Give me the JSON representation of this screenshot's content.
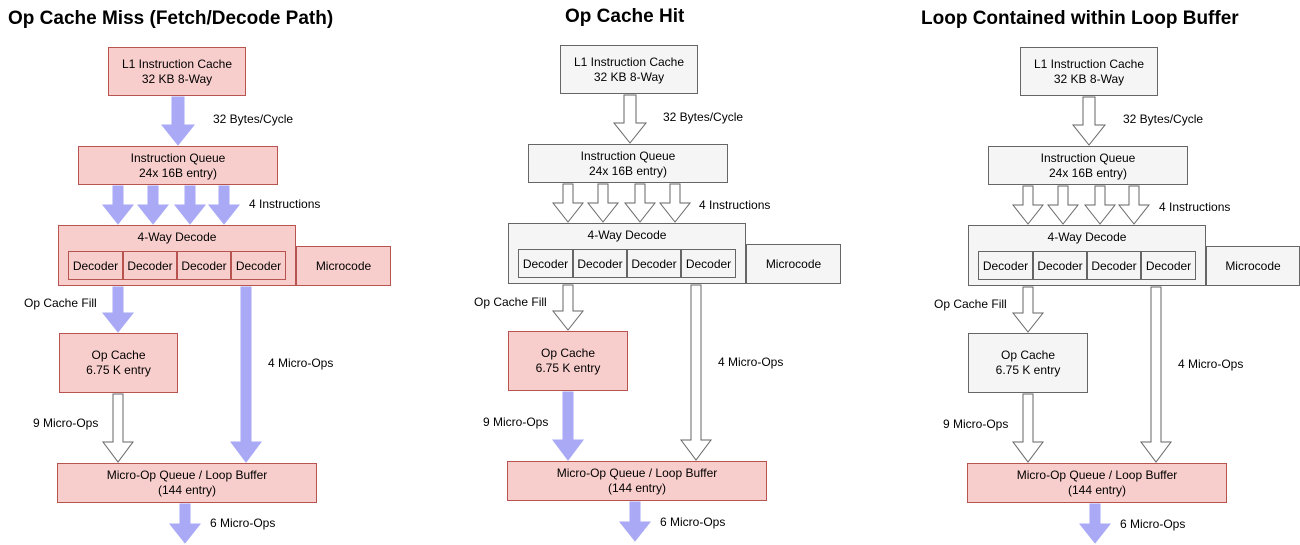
{
  "panels": [
    {
      "title": "Op Cache Miss (Fetch/Decode Path)",
      "l1_line1": "L1 Instruction Cache",
      "l1_line2": "32 KB 8-Way",
      "bytes_label": "32 Bytes/Cycle",
      "iq_line1": "Instruction Queue",
      "iq_line2": "24x 16B entry)",
      "instr_label": "4 Instructions",
      "decode_title": "4-Way Decode",
      "decoders": [
        "Decoder",
        "Decoder",
        "Decoder",
        "Decoder"
      ],
      "microcode": "Microcode",
      "fill_label": "Op Cache Fill",
      "opc_line1": "Op Cache",
      "opc_line2": "6.75 K entry",
      "micro4_label": "4 Micro-Ops",
      "micro9_label": "9 Micro-Ops",
      "queue_line1": "Micro-Op Queue / Loop Buffer",
      "queue_line2": "(144 entry)",
      "micro6_label": "6 Micro-Ops"
    },
    {
      "title": "Op Cache Hit",
      "l1_line1": "L1 Instruction Cache",
      "l1_line2": "32 KB 8-Way",
      "bytes_label": "32 Bytes/Cycle",
      "iq_line1": "Instruction Queue",
      "iq_line2": "24x 16B entry)",
      "instr_label": "4 Instructions",
      "decode_title": "4-Way Decode",
      "decoders": [
        "Decoder",
        "Decoder",
        "Decoder",
        "Decoder"
      ],
      "microcode": "Microcode",
      "fill_label": "Op Cache Fill",
      "opc_line1": "Op Cache",
      "opc_line2": "6.75 K entry",
      "micro4_label": "4 Micro-Ops",
      "micro9_label": "9 Micro-Ops",
      "queue_line1": "Micro-Op Queue / Loop Buffer",
      "queue_line2": "(144 entry)",
      "micro6_label": "6 Micro-Ops"
    },
    {
      "title": "Loop Contained within Loop Buffer",
      "l1_line1": "L1 Instruction Cache",
      "l1_line2": "32 KB 8-Way",
      "bytes_label": "32 Bytes/Cycle",
      "iq_line1": "Instruction Queue",
      "iq_line2": "24x 16B entry)",
      "instr_label": "4 Instructions",
      "decode_title": "4-Way Decode",
      "decoders": [
        "Decoder",
        "Decoder",
        "Decoder",
        "Decoder"
      ],
      "microcode": "Microcode",
      "fill_label": "Op Cache Fill",
      "opc_line1": "Op Cache",
      "opc_line2": "6.75 K entry",
      "micro4_label": "4 Micro-Ops",
      "micro9_label": "9 Micro-Ops",
      "queue_line1": "Micro-Op Queue / Loop Buffer",
      "queue_line2": "(144 entry)",
      "micro6_label": "6 Micro-Ops"
    }
  ],
  "colors": {
    "active_fill": "#f8cecc",
    "active_border": "#b85450",
    "inactive_fill": "#f5f5f5",
    "inactive_border": "#666666",
    "active_arrow": "#a9a9f5",
    "inactive_arrow": "#ffffff"
  }
}
